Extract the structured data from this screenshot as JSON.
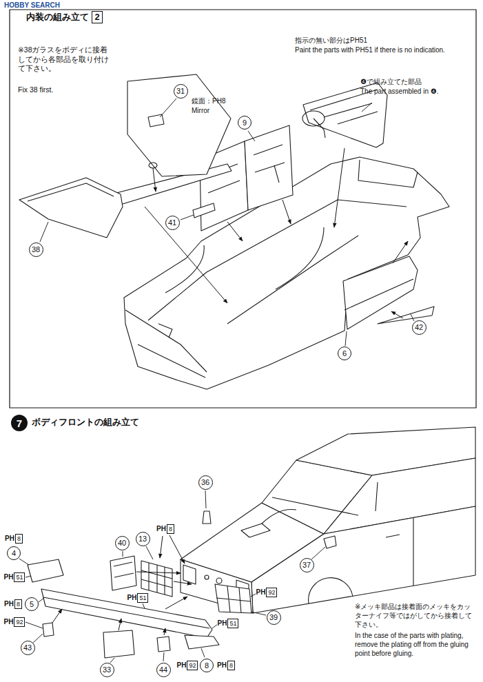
{
  "diagram": {
    "nodes": [
      {
        "text": [
          "2"
        ]
      },
      {
        "text": [
          "31"
        ]
      },
      {
        "text": [
          "9"
        ]
      },
      {
        "text": [
          "41"
        ]
      },
      {
        "text": [
          "38"
        ]
      },
      {
        "text": [
          "6"
        ]
      },
      {
        "text": [
          "42"
        ]
      },
      {
        "text": [
          "7"
        ]
      },
      {
        "text": [
          "36"
        ]
      },
      {
        "text": [
          "40"
        ]
      },
      {
        "text": [
          "13"
        ]
      },
      {
        "text": [
          "PH",
          "8"
        ]
      },
      {
        "text": [
          "PH",
          "8"
        ]
      },
      {
        "text": [
          "4"
        ]
      },
      {
        "text": [
          "PH",
          "51"
        ]
      },
      {
        "text": [
          "PH",
          "8"
        ]
      },
      {
        "text": [
          "5"
        ]
      },
      {
        "text": [
          "PH",
          "92"
        ]
      },
      {
        "text": [
          "43"
        ]
      },
      {
        "text": [
          "PH",
          "51"
        ]
      },
      {
        "text": [
          "PH",
          "51"
        ]
      },
      {
        "text": [
          "PH",
          "92"
        ]
      },
      {
        "text": [
          "39"
        ]
      },
      {
        "text": [
          "37"
        ]
      },
      {
        "text": [
          "33"
        ]
      },
      {
        "text": [
          "44"
        ]
      },
      {
        "text": [
          "PH",
          "92"
        ]
      },
      {
        "text": [
          "8"
        ]
      },
      {
        "text": [
          "PH",
          "8"
        ]
      }
    ],
    "labels": [
      "HOBBY SEARCH",
      "内装の組み立て",
      "※38ガラスをボディに接着してから各部品を取り付けて下さい。",
      "Fix 38 first.",
      "鏡面：PH8",
      "Mirror",
      "指示の無い部分はPH51",
      "Paint the parts with PH51 if there is no indication.",
      "❹で組み立てた部品",
      "The part assembled in ❹.",
      "ボディフロントの組み立て",
      "※メッキ部品は接着面のメッキをカッターナイフ等ではがしてから接着して下さい。",
      "In the case of the parts with plating, remove the plating off from the gluing point before gluing."
    ]
  }
}
